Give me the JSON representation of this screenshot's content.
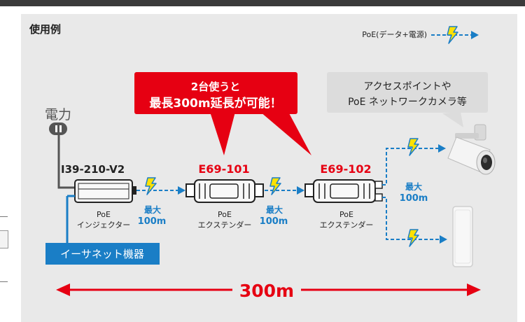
{
  "heading": "使用例",
  "legend": {
    "label": "PoE(データ+電源)"
  },
  "callout_red": {
    "line1": "2台使うと",
    "line2": "最長300m延長が可能！"
  },
  "callout_gray": {
    "line1": "アクセスポイントや",
    "line2": "PoE ネットワークカメラ等"
  },
  "power": {
    "label": "電力"
  },
  "injector": {
    "model": "I39-210-V2",
    "name": "PoE",
    "desc": "インジェクター"
  },
  "ethernet": {
    "label": "イーサネット機器"
  },
  "extender1": {
    "model": "E69-101",
    "name": "PoE",
    "desc": "エクステンダー"
  },
  "extender2": {
    "model": "E69-102",
    "name": "PoE",
    "desc": "エクステンダー"
  },
  "max_label": "最大",
  "max_distance": "100m",
  "total_distance": "300m",
  "colors": {
    "red": "#e60012",
    "blue": "#1a7ec6",
    "bolt": "#ffe100",
    "gray": "#5a5a5a"
  }
}
